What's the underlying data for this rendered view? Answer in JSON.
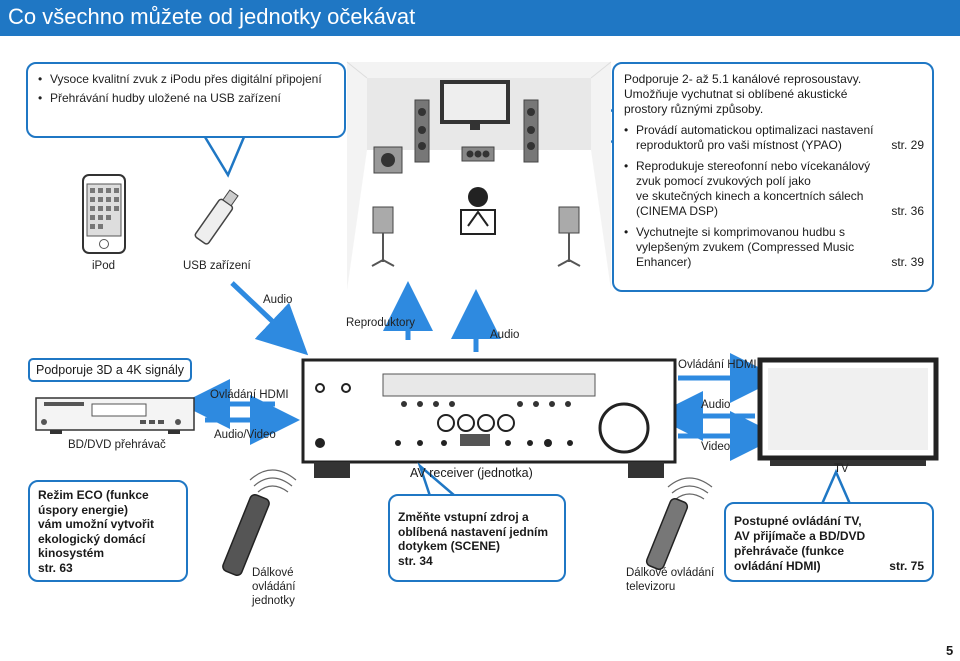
{
  "header": {
    "title": "Co všechno můžete od jednotky očekávat"
  },
  "top_left": {
    "bullets": [
      "Vysoce kvalitní zvuk z iPodu přes digitální připojení",
      "Přehrávání hudby uložené na USB zařízení"
    ],
    "ipod_label": "iPod",
    "usb_label": "USB zařízení"
  },
  "top_right": {
    "intro_line1": "Podporuje 2- až 5.1 kanálové reprosoustavy.",
    "intro_line2": "Umožňuje vychutnat si oblíbené akustické",
    "intro_line3": "prostory různými způsoby.",
    "items": [
      {
        "text1": "Provádí automatickou optimalizaci nastavení",
        "text2": "reproduktorů pro vaši místnost (YPAO)",
        "page": "str. 29"
      },
      {
        "text1": "Reprodukuje stereofonní nebo vícekanálový",
        "text2": "zvuk pomocí zvukových polí jako",
        "text3": "ve skutečných kinech a koncertních sálech",
        "text4": "(CINEMA DSP)",
        "page": "str. 36"
      },
      {
        "text1": "Vychutnejte si komprimovanou hudbu s",
        "text2": "vylepšeným zvukem (Compressed Music",
        "text3": "Enhancer)",
        "page": "str. 39"
      }
    ]
  },
  "arrows": {
    "audio_top": "Audio",
    "speakers": "Reproduktory",
    "audio_right": "Audio"
  },
  "player": {
    "heading": "Podporuje 3D a 4K signály",
    "label": "BD/DVD přehrávač",
    "hdmi_control": "Ovládání HDMI",
    "audio_video": "Audio/Video"
  },
  "tv_side": {
    "hdmi_control": "Ovládání HDMI",
    "audio": "Audio",
    "video": "Video",
    "tv_label": "TV"
  },
  "receiver": {
    "label": "AV receiver (jednotka)"
  },
  "eco": {
    "line1": "Režim ECO (funkce",
    "line2": "úspory energie)",
    "line3": "vám umožní vytvořit",
    "line4": "ekologický domácí",
    "line5": "kinosystém",
    "page": "str. 63"
  },
  "remote_unit": {
    "line1": "Dálkové",
    "line2": "ovládání",
    "line3": "jednotky"
  },
  "scene": {
    "line1": "Změňte vstupní zdroj a",
    "line2": "oblíbená nastavení jedním",
    "line3": "dotykem (SCENE)",
    "page": "str. 34"
  },
  "remote_tv": {
    "line1": "Dálkové ovládání",
    "line2": "televizoru"
  },
  "hdmi_ctrl": {
    "line1": "Postupné ovládání TV,",
    "line2": "AV přijímače a BD/DVD",
    "line3": "přehrávače (funkce",
    "line4": "ovládání HDMI)",
    "page": "str. 75"
  },
  "page_number": "5",
  "colors": {
    "accent": "#1f77c4",
    "bubble_border": "#1f77c4",
    "device": "#222222"
  }
}
